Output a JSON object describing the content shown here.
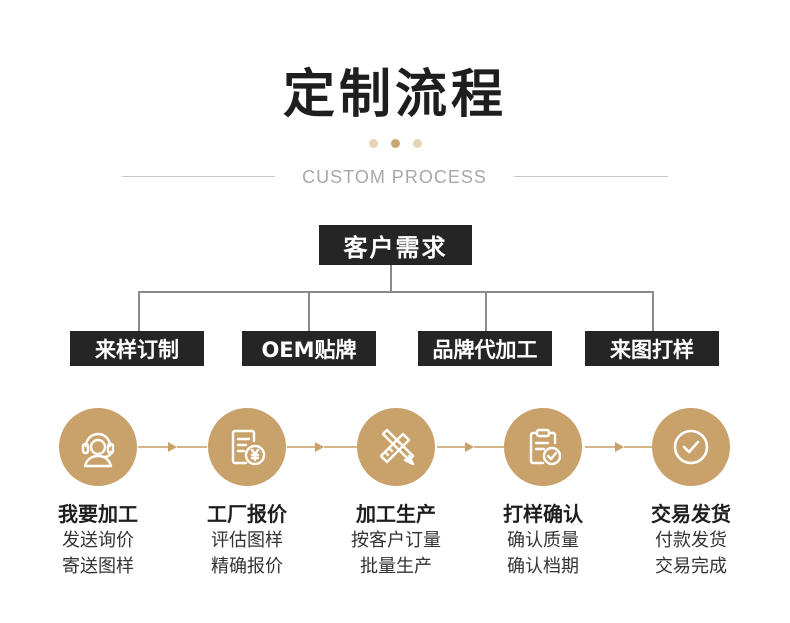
{
  "header": {
    "title": "定制流程",
    "subtitle": "CUSTOM PROCESS"
  },
  "tree": {
    "root": "客户需求",
    "children": [
      "来样订制",
      "OEM贴牌",
      "品牌代加工",
      "来图打样"
    ]
  },
  "steps": [
    {
      "icon": "customer-service-icon",
      "title": "我要加工",
      "lines": [
        "发送询价",
        "寄送图样"
      ]
    },
    {
      "icon": "quote-document-icon",
      "title": "工厂报价",
      "lines": [
        "评估图样",
        "精确报价"
      ]
    },
    {
      "icon": "pencil-ruler-icon",
      "title": "加工生产",
      "lines": [
        "按客户订量",
        "批量生产"
      ]
    },
    {
      "icon": "clipboard-check-icon",
      "title": "打样确认",
      "lines": [
        "确认质量",
        "确认档期"
      ]
    },
    {
      "icon": "check-circle-icon",
      "title": "交易发货",
      "lines": [
        "付款发货",
        "交易完成"
      ]
    }
  ],
  "colors": {
    "accent": "#c9a26b",
    "box": "#252525",
    "dot_light": "#e7d3b7",
    "dot_mid": "#c9a572"
  }
}
